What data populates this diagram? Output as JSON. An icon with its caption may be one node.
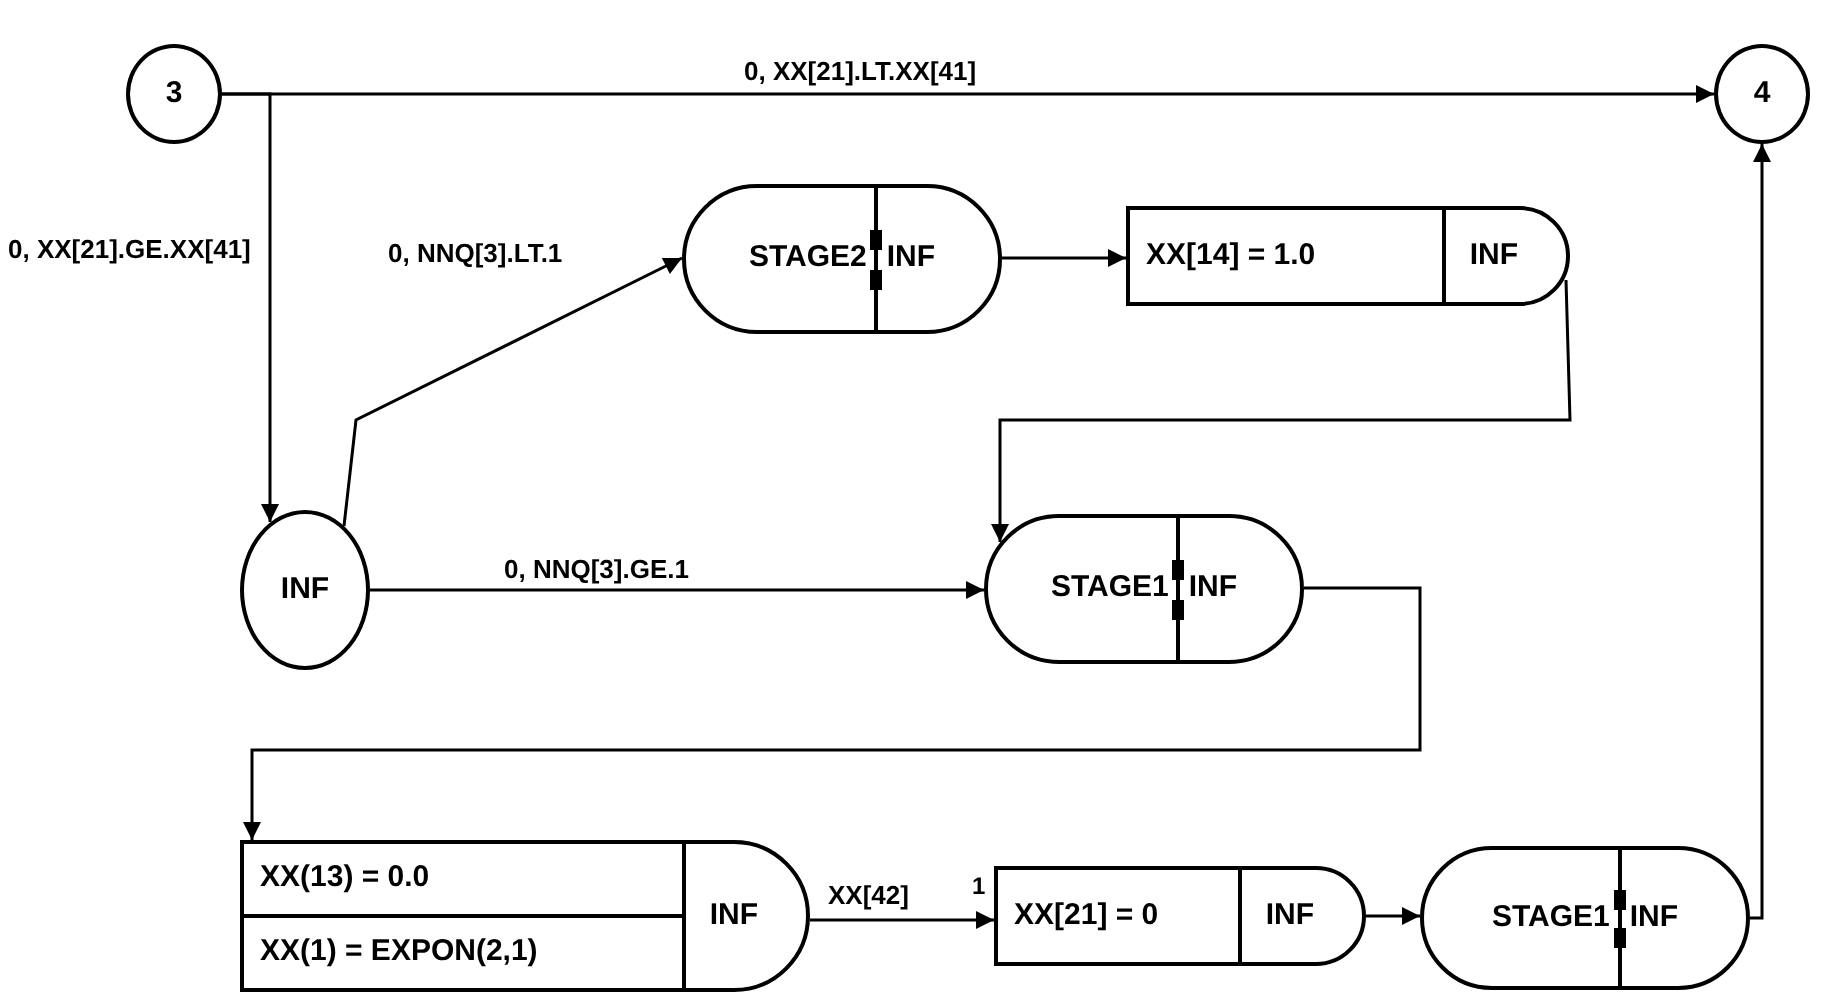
{
  "diagram": {
    "nodes": [
      {
        "text": [
          "3"
        ]
      },
      {
        "text": [
          "4"
        ]
      },
      {
        "text": [
          "STAGE2",
          "INF"
        ]
      },
      {
        "text": [
          "XX[14] = 1.0",
          "INF"
        ]
      },
      {
        "text": [
          "INF"
        ]
      },
      {
        "text": [
          "STAGE1",
          "INF"
        ]
      },
      {
        "text": [
          "XX(13) = 0.0",
          "XX(1) = EXPON(2,1)",
          "INF"
        ]
      },
      {
        "text": [
          "XX[21] = 0",
          "INF"
        ]
      },
      {
        "text": [
          "STAGE1",
          "INF"
        ]
      }
    ],
    "edges": [
      {
        "from": 0,
        "to": 1,
        "arrow": "to",
        "label": "0, XX[21].LT.XX[41]"
      },
      {
        "from": 0,
        "to": 4,
        "arrow": "to",
        "label": "0, XX[21].GE.XX[41]"
      },
      {
        "from": 4,
        "to": 2,
        "arrow": "to",
        "label": "0, NNQ[3].LT.1"
      },
      {
        "from": 4,
        "to": 5,
        "arrow": "to",
        "label": "0, NNQ[3].GE.1"
      },
      {
        "from": 2,
        "to": 3,
        "arrow": "to"
      },
      {
        "from": 3,
        "to": 5,
        "arrow": "to"
      },
      {
        "from": 5,
        "to": 6,
        "arrow": "to"
      },
      {
        "from": 6,
        "to": 7,
        "arrow": "to",
        "label": "XX[42]"
      },
      {
        "from": 7,
        "to": 8,
        "arrow": "to"
      },
      {
        "from": 8,
        "to": 1,
        "arrow": "to"
      }
    ],
    "labels": [
      "1"
    ]
  }
}
